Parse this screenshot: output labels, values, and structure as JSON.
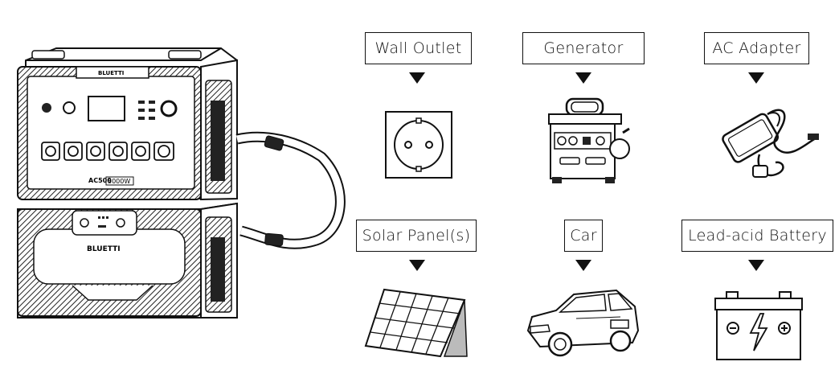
{
  "device": {
    "brand_top": "BLUETTI",
    "model": "AC500",
    "power": "5000W",
    "brand_battery": "BLUETTI"
  },
  "sources": [
    {
      "id": "wall-outlet",
      "label": "Wall Outlet",
      "icon": "wall-outlet-icon"
    },
    {
      "id": "generator",
      "label": "Generator",
      "icon": "generator-icon"
    },
    {
      "id": "ac-adapter",
      "label": "AC Adapter",
      "icon": "ac-adapter-icon"
    },
    {
      "id": "solar-panels",
      "label": "Solar Panel(s)",
      "icon": "solar-panel-icon"
    },
    {
      "id": "car",
      "label": "Car",
      "icon": "car-icon"
    },
    {
      "id": "lead-acid-battery",
      "label": "Lead-acid Battery",
      "icon": "lead-acid-battery-icon"
    }
  ]
}
